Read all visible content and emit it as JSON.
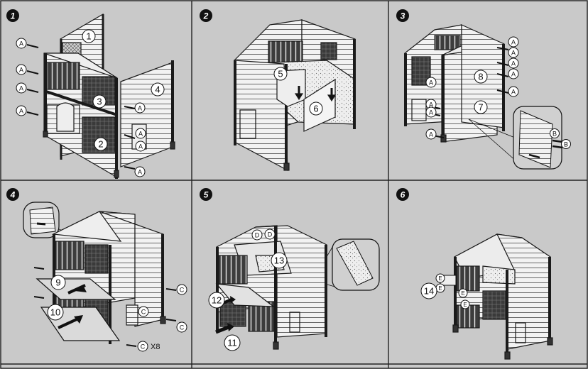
{
  "colors": {
    "background": "#c9c9c9",
    "line": "#1a1a1a",
    "panel_light": "#f2f2f2",
    "panel_mid": "#b4b4b4",
    "panel_dark": "#4a4a4a",
    "board_fill": "#d8d8d8"
  },
  "steps": [
    {
      "badge": "1",
      "parts": [
        "1",
        "2",
        "3",
        "4"
      ],
      "screw_labels": [
        "A",
        "A",
        "A",
        "A",
        "A",
        "A",
        "A",
        "A"
      ]
    },
    {
      "badge": "2",
      "parts": [
        "5",
        "6"
      ],
      "screw_labels": []
    },
    {
      "badge": "3",
      "parts": [
        "7",
        "8"
      ],
      "screw_labels": [
        "A",
        "A",
        "A",
        "A",
        "A",
        "A",
        "A",
        "A",
        "A"
      ],
      "detail_labels": [
        "B",
        "B"
      ]
    },
    {
      "badge": "4",
      "parts": [
        "9",
        "10"
      ],
      "screw_labels": [
        "C",
        "C",
        "C",
        "C"
      ],
      "quantity": "X8"
    },
    {
      "badge": "5",
      "parts": [
        "11",
        "12",
        "13"
      ],
      "screw_labels": [
        "D",
        "D"
      ]
    },
    {
      "badge": "6",
      "parts": [
        "14"
      ],
      "screw_labels": [
        "E",
        "E",
        "E",
        "E"
      ]
    }
  ]
}
